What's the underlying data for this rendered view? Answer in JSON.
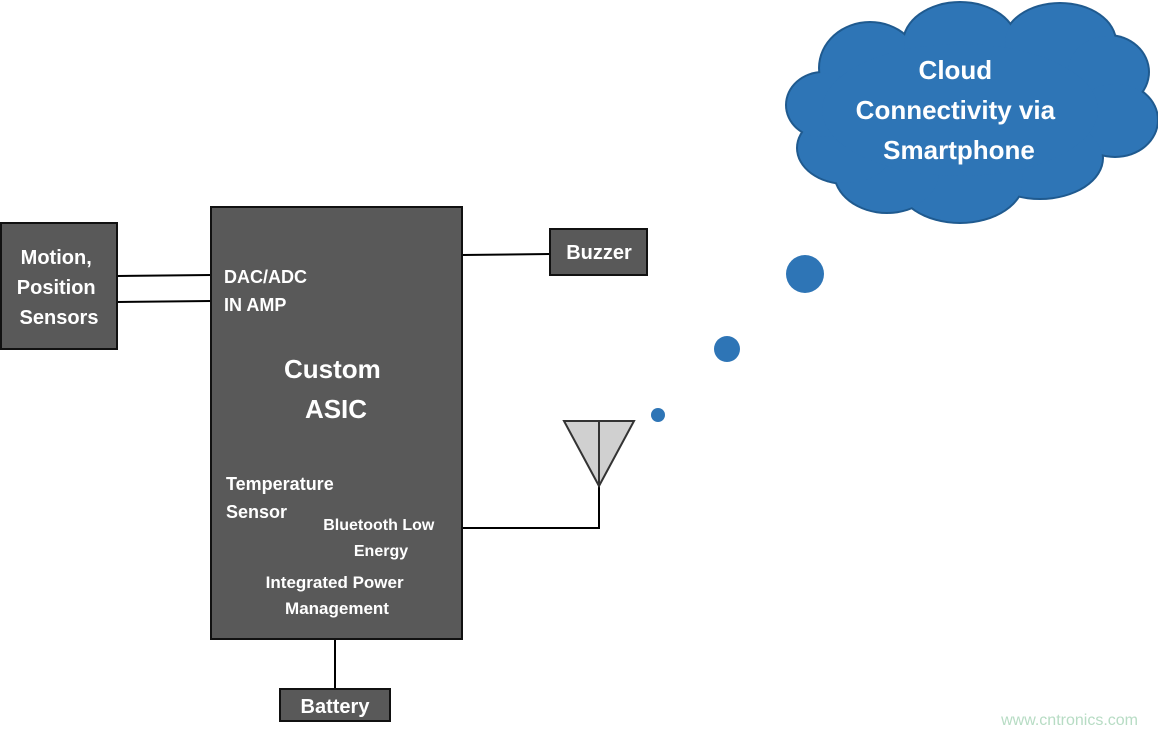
{
  "diagram": {
    "sensors_box": {
      "lines": [
        "Motion,",
        "Position",
        "Sensors"
      ]
    },
    "asic": {
      "dac_adc_lines": [
        "DAC/ADC",
        "IN AMP"
      ],
      "title_lines": [
        "Custom",
        "ASIC"
      ],
      "temperature_lines": [
        "Temperature",
        "Sensor"
      ],
      "ble_lines": [
        "Bluetooth Low",
        "Energy"
      ],
      "power_lines": [
        "Integrated Power",
        "Management"
      ]
    },
    "buzzer_box": {
      "label": "Buzzer"
    },
    "battery_box": {
      "label": "Battery"
    },
    "cloud": {
      "lines": [
        "Cloud",
        "Connectivity via",
        "Smartphone"
      ]
    },
    "watermark": "www.cntronics.com",
    "colors": {
      "box_fill": "#595959",
      "box_border": "#111111",
      "cloud_fill": "#2e75b6",
      "cloud_border": "#1f5a8f",
      "antenna_fill": "#d0d0d0",
      "line": "#000000",
      "text": "#ffffff",
      "watermark": "#b7dcc4"
    },
    "icons": {
      "antenna": "antenna-icon",
      "thought_dots": "thought-bubble-dots"
    }
  }
}
